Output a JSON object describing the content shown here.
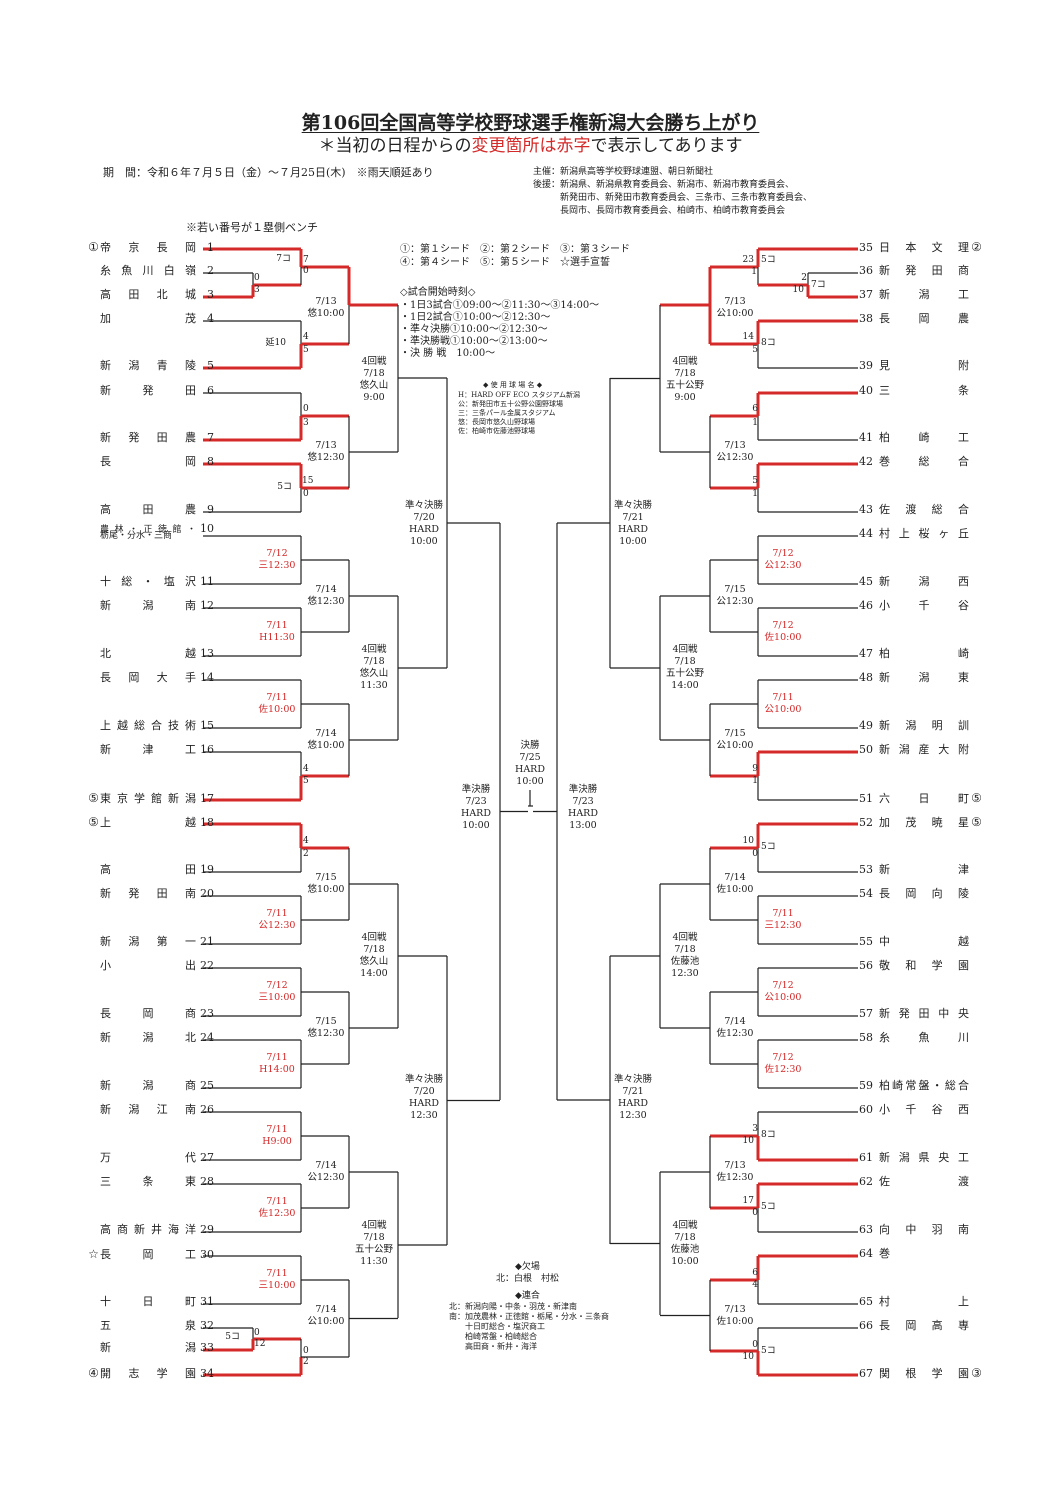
{
  "header": {
    "title": "第106回全国高等学校野球選手権新潟大会勝ち上がり",
    "subtitle_pre": "＊当初の日程からの",
    "subtitle_red": "変更箇所は赤字",
    "subtitle_post": "で表示してあります",
    "period": "期　間：令和６年７月５日（金）～７月25日(木)　※雨天順延あり",
    "sponsors": [
      "主催：新潟県高等学校野球連盟、朝日新聞社",
      "後援：新潟県、新潟県教育委員会、新潟市、新潟市教育委員会、",
      "　　　新発田市、新発田市教育委員会、三条市、三条市教育委員会、",
      "　　　長岡市、長岡市教育委員会、柏崎市、柏崎市教育委員会"
    ],
    "bench_note": "※若い番号が１塁側ベンチ"
  },
  "legend": {
    "seeds": [
      "①：第１シード　②：第２シード　③：第３シード",
      "④：第４シード　⑤：第５シード　☆選手宣誓"
    ],
    "start_title": "◇試合開始時刻◇",
    "start_times": [
      "・1日3試合①09:00～②11:30～③14:00～",
      "・1日2試合①10:00～②12:30～",
      "・準々決勝①10:00～②12:30～",
      "・準決勝戦①10:00～②13:00～",
      "・決 勝 戦　10:00～"
    ],
    "venue_title": "◆ 使 用 球 場 名 ◆",
    "venues": [
      "H：HARD OFF ECO スタジアム新潟",
      "公：新発田市五十公野公園野球場",
      "三：三条パール金属スタジアム",
      "悠：長岡市悠久山野球場",
      "佐：柏崎市佐藤池野球場"
    ],
    "absent_title": "◆欠場",
    "absent": "北：白根　村松",
    "combined_title": "◆連合",
    "combined": [
      "北：新潟向陽・中条・羽茂・新津南",
      "南：加茂農林・正徳館・栃尾・分水・三条商",
      "　　十日町総合・塩沢商工",
      "　　柏崎常盤・柏崎総合",
      "　　高田商・新井・海洋"
    ]
  },
  "teams_left": [
    {
      "no": "1",
      "name": "帝京長岡",
      "mark": "①"
    },
    {
      "no": "2",
      "name": "糸魚川白嶺",
      "mark": ""
    },
    {
      "no": "3",
      "name": "高田北城",
      "mark": ""
    },
    {
      "no": "4",
      "name": "加茂",
      "mark": ""
    },
    {
      "no": "5",
      "name": "新潟青陵",
      "mark": ""
    },
    {
      "no": "6",
      "name": "新発田",
      "mark": ""
    },
    {
      "no": "7",
      "name": "新発田農",
      "mark": ""
    },
    {
      "no": "8",
      "name": "長岡",
      "mark": ""
    },
    {
      "no": "9",
      "name": "高田農",
      "mark": ""
    },
    {
      "no": "10",
      "name": "農林・正徳館・",
      "name2": "栃尾・分水・三商",
      "mark": ""
    },
    {
      "no": "11",
      "name": "十総・塩沢",
      "mark": ""
    },
    {
      "no": "12",
      "name": "新潟南",
      "mark": ""
    },
    {
      "no": "13",
      "name": "北越",
      "mark": ""
    },
    {
      "no": "14",
      "name": "長岡大手",
      "mark": ""
    },
    {
      "no": "15",
      "name": "上越総合技術",
      "mark": ""
    },
    {
      "no": "16",
      "name": "新津工",
      "mark": ""
    },
    {
      "no": "17",
      "name": "東京学館新潟",
      "mark": "⑤"
    },
    {
      "no": "18",
      "name": "上越",
      "mark": "⑤"
    },
    {
      "no": "19",
      "name": "高田",
      "mark": ""
    },
    {
      "no": "20",
      "name": "新発田南",
      "mark": ""
    },
    {
      "no": "21",
      "name": "新潟第一",
      "mark": ""
    },
    {
      "no": "22",
      "name": "小出",
      "mark": ""
    },
    {
      "no": "23",
      "name": "長岡商",
      "mark": ""
    },
    {
      "no": "24",
      "name": "新潟北",
      "mark": ""
    },
    {
      "no": "25",
      "name": "新潟商",
      "mark": ""
    },
    {
      "no": "26",
      "name": "新潟江南",
      "mark": ""
    },
    {
      "no": "27",
      "name": "万代",
      "mark": ""
    },
    {
      "no": "28",
      "name": "三条東",
      "mark": ""
    },
    {
      "no": "29",
      "name": "高商新井海洋",
      "mark": ""
    },
    {
      "no": "30",
      "name": "長岡工",
      "mark": "☆"
    },
    {
      "no": "31",
      "name": "十日町",
      "mark": ""
    },
    {
      "no": "32",
      "name": "五泉",
      "mark": ""
    },
    {
      "no": "33",
      "name": "新潟",
      "mark": ""
    },
    {
      "no": "34",
      "name": "開志学園",
      "mark": "④"
    }
  ],
  "teams_right": [
    {
      "no": "35",
      "name": "日本文理",
      "mark": "②"
    },
    {
      "no": "36",
      "name": "新発田商",
      "mark": ""
    },
    {
      "no": "37",
      "name": "新潟工",
      "mark": ""
    },
    {
      "no": "38",
      "name": "長岡農",
      "mark": ""
    },
    {
      "no": "39",
      "name": "見附",
      "mark": ""
    },
    {
      "no": "40",
      "name": "三条",
      "mark": ""
    },
    {
      "no": "41",
      "name": "柏崎工",
      "mark": ""
    },
    {
      "no": "42",
      "name": "巻総合",
      "mark": ""
    },
    {
      "no": "43",
      "name": "佐渡総合",
      "mark": ""
    },
    {
      "no": "44",
      "name": "村上桜ヶ丘",
      "mark": ""
    },
    {
      "no": "45",
      "name": "新潟西",
      "mark": ""
    },
    {
      "no": "46",
      "name": "小千谷",
      "mark": ""
    },
    {
      "no": "47",
      "name": "柏崎",
      "mark": ""
    },
    {
      "no": "48",
      "name": "新潟東",
      "mark": ""
    },
    {
      "no": "49",
      "name": "新潟明訓",
      "mark": ""
    },
    {
      "no": "50",
      "name": "新潟産大附",
      "mark": ""
    },
    {
      "no": "51",
      "name": "六日町",
      "mark": "⑤"
    },
    {
      "no": "52",
      "name": "加茂暁星",
      "mark": "⑤"
    },
    {
      "no": "53",
      "name": "新津",
      "mark": ""
    },
    {
      "no": "54",
      "name": "長岡向陵",
      "mark": ""
    },
    {
      "no": "55",
      "name": "中越",
      "mark": ""
    },
    {
      "no": "56",
      "name": "敬和学園",
      "mark": ""
    },
    {
      "no": "57",
      "name": "新発田中央",
      "mark": ""
    },
    {
      "no": "58",
      "name": "糸魚川",
      "mark": ""
    },
    {
      "no": "59",
      "name": "柏崎常盤・総合",
      "mark": ""
    },
    {
      "no": "60",
      "name": "小千谷西",
      "mark": ""
    },
    {
      "no": "61",
      "name": "新潟県央工",
      "mark": ""
    },
    {
      "no": "62",
      "name": "佐渡",
      "mark": ""
    },
    {
      "no": "63",
      "name": "向中羽南",
      "mark": ""
    },
    {
      "no": "64",
      "name": "巻",
      "mark": ""
    },
    {
      "no": "65",
      "name": "村上",
      "mark": ""
    },
    {
      "no": "66",
      "name": "長岡高専",
      "mark": ""
    },
    {
      "no": "67",
      "name": "関根学園",
      "mark": "③"
    }
  ],
  "games": {
    "L_r1_a": "7/13\n悠10:00",
    "L_r1_b": "7/13\n悠12:30",
    "L_r1_c": "7/12\n三12:30",
    "L_r1_d": "7/14\n悠12:30",
    "L_r1_e": "7/11\nH11:30",
    "L_r1_f": "7/11\n佐10:00",
    "L_r1_g": "7/14\n悠10:00",
    "L_r1_h": "7/15\n悠10:00",
    "L_r1_i": "7/11\n公12:30",
    "L_r1_j": "7/12\n三10:00",
    "L_r1_k": "7/15\n悠12:30",
    "L_r1_l": "7/11\nH14:00",
    "L_r1_m": "7/11\nH9:00",
    "L_r1_n": "7/14\n公12:30",
    "L_r1_o": "7/11\n佐12:30",
    "L_r1_p": "7/11\n三10:00",
    "L_r1_q": "7/14\n公10:00",
    "L_r4_a": "4回戦\n7/18\n悠久山\n9:00",
    "L_r4_b": "4回戦\n7/18\n悠久山\n11:30",
    "L_r4_c": "4回戦\n7/18\n悠久山\n14:00",
    "L_r4_d": "4回戦\n7/18\n五十公野\n11:30",
    "L_qf_a": "準々決勝\n7/20\nHARD\n10:00",
    "L_qf_b": "準々決勝\n7/20\nHARD\n12:30",
    "L_sf": "準決勝\n7/23\nHARD\n10:00",
    "final": "決勝\n7/25\nHARD\n10:00",
    "R_sf": "準決勝\n7/23\nHARD\n13:00",
    "R_qf_a": "準々決勝\n7/21\nHARD\n10:00",
    "R_qf_b": "準々決勝\n7/21\nHARD\n12:30",
    "R_r4_a": "4回戦\n7/18\n五十公野\n9:00",
    "R_r4_b": "4回戦\n7/18\n五十公野\n14:00",
    "R_r4_c": "4回戦\n7/18\n佐藤池\n12:30",
    "R_r4_d": "4回戦\n7/18\n佐藤池\n10:00",
    "R_r1_a": "7/13\n公10:00",
    "R_r1_b": "7/13\n公12:30",
    "R_r1_c": "7/12\n公12:30",
    "R_r1_d": "7/15\n公12:30",
    "R_r1_e": "7/12\n佐10:00",
    "R_r1_f": "7/11\n公10:00",
    "R_r1_g": "7/15\n公10:00",
    "R_r1_h": "7/14\n佐10:00",
    "R_r1_i": "7/11\n三12:30",
    "R_r1_j": "7/12\n公10:00",
    "R_r1_k": "7/14\n佐12:30",
    "R_r1_l": "7/12\n佐12:30",
    "R_r1_m": "7/13\n佐12:30",
    "R_r1_n": "7/13\n佐10:00"
  },
  "scores": [
    "7コ",
    "7",
    "0",
    "0",
    "3",
    "延10",
    "4",
    "5",
    "0",
    "3",
    "15",
    "0",
    "5コ",
    "4",
    "5",
    "4",
    "2",
    "5コ",
    "0",
    "12",
    "0",
    "2",
    "23",
    "1",
    "5コ",
    "2",
    "10",
    "7コ",
    "14",
    "5",
    "8コ",
    "6",
    "1",
    "5",
    "1",
    "9",
    "1",
    "10",
    "0",
    "5コ",
    "3",
    "10",
    "8コ",
    "17",
    "0",
    "5コ",
    "6",
    "4",
    "0",
    "10",
    "5コ"
  ],
  "colors": {
    "win_line": "#d42a2a",
    "line": "#222222",
    "changed": "#d42a2a"
  }
}
